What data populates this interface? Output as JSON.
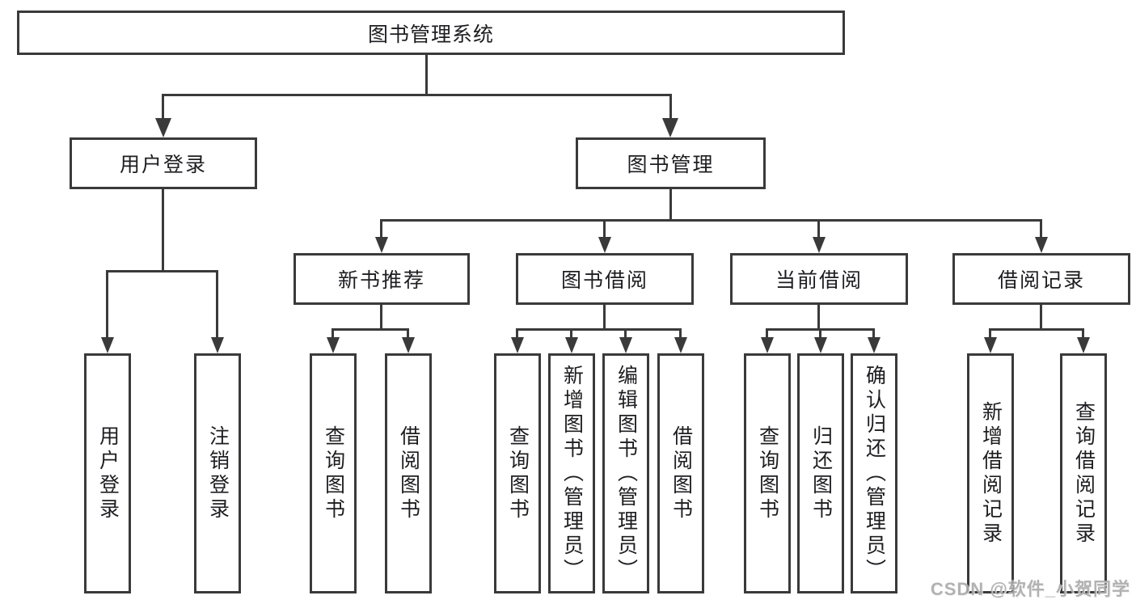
{
  "colors": {
    "line": "#3a3a3a",
    "text": "#1e1e22",
    "background": "#ffffff",
    "watermark": "#aaaaaa"
  },
  "watermark": {
    "text": "CSDN @软件_小贺同学"
  },
  "hierarchy": {
    "label": "图书管理系统",
    "children": [
      {
        "label": "用户登录",
        "children": [
          {
            "label": "用户登录"
          },
          {
            "label": "注销登录"
          }
        ]
      },
      {
        "label": "图书管理",
        "children": [
          {
            "label": "新书推荐",
            "children": [
              {
                "label": "查询图书"
              },
              {
                "label": "借阅图书"
              }
            ]
          },
          {
            "label": "图书借阅",
            "children": [
              {
                "label": "查询图书"
              },
              {
                "label": "新增图书（管理员）"
              },
              {
                "label": "编辑图书（管理员）"
              },
              {
                "label": "借阅图书"
              }
            ]
          },
          {
            "label": "当前借阅",
            "children": [
              {
                "label": "查询图书"
              },
              {
                "label": "归还图书"
              },
              {
                "label": "确认归还（管理员）"
              }
            ]
          },
          {
            "label": "借阅记录",
            "children": [
              {
                "label": "新增借阅记录"
              },
              {
                "label": "查询借阅记录"
              }
            ]
          }
        ]
      }
    ]
  }
}
